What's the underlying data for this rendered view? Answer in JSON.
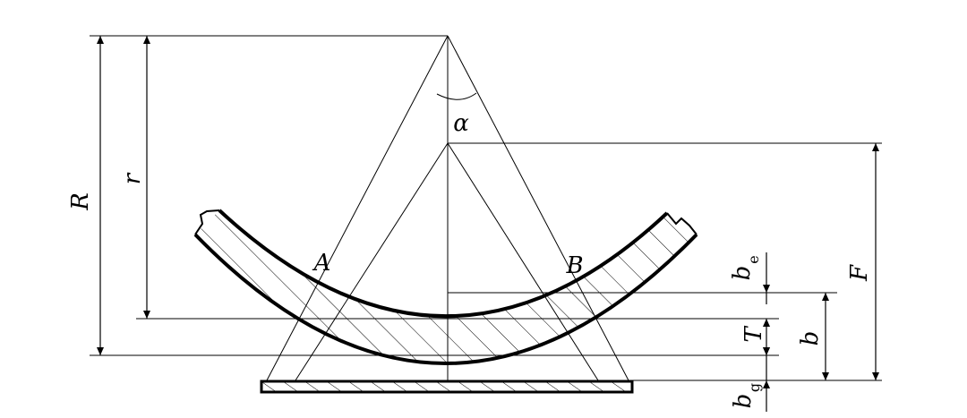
{
  "labels": {
    "R": "R",
    "r": "r",
    "alpha": "α",
    "A": "A",
    "B": "B",
    "F": "F",
    "b": "b",
    "T": "T",
    "be": "b",
    "be_sub": "e",
    "bg": "b",
    "bg_sub": "g"
  },
  "colors": {
    "ink": "#000000",
    "background": "#ffffff"
  }
}
